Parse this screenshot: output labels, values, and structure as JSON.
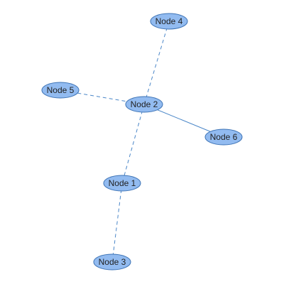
{
  "colors": {
    "node_fill": "#92bbf0",
    "node_stroke": "#3d73b5",
    "edge": "#4a86c8",
    "label": "#222222"
  },
  "nodes": [
    {
      "id": "n1",
      "label": "Node 1"
    },
    {
      "id": "n2",
      "label": "Node 2"
    },
    {
      "id": "n3",
      "label": "Node 3"
    },
    {
      "id": "n4",
      "label": "Node 4"
    },
    {
      "id": "n5",
      "label": "Node 5"
    },
    {
      "id": "n6",
      "label": "Node 6"
    }
  ],
  "edges": [
    {
      "from": "n2",
      "to": "n4",
      "style": "dashed"
    },
    {
      "from": "n2",
      "to": "n5",
      "style": "dashed"
    },
    {
      "from": "n2",
      "to": "n6",
      "style": "solid"
    },
    {
      "from": "n2",
      "to": "n1",
      "style": "dashed"
    },
    {
      "from": "n1",
      "to": "n3",
      "style": "dashed"
    }
  ]
}
